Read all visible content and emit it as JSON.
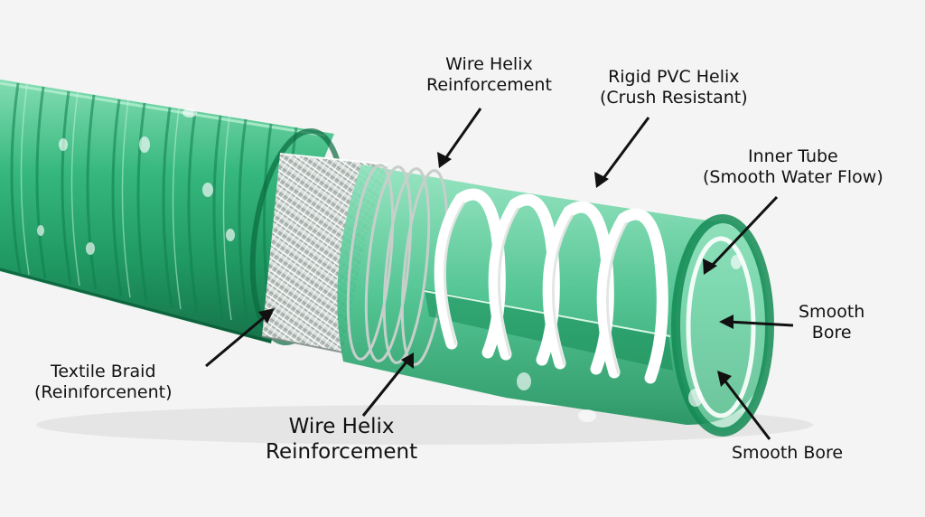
{
  "labels": {
    "wire_helix_top": {
      "line1": "Wire Helix",
      "line2": "Reinforcement"
    },
    "rigid_pvc_helix": {
      "line1": "Rigid PVC Helix",
      "line2": "(Crush Resistant)"
    },
    "inner_tube": {
      "line1": "Inner Tube",
      "line2": "(Smooth Water Flow)"
    },
    "smooth_bore_right": {
      "line1": "Smooth",
      "line2": "Bore"
    },
    "smooth_bore_bottom": {
      "line1": "Smooth Bore"
    },
    "textile_braid": {
      "line1": "Textile Braid",
      "line2": "(Reinıforcenent)"
    },
    "wire_helix_bottom": {
      "line1": "Wire Helix",
      "line2": "Reinforcement"
    }
  },
  "colors": {
    "hose_green": "#1fa86b",
    "hose_green_dark": "#0d7a4a",
    "hose_green_light": "#6fd3a3",
    "braid": "#dfe4e1",
    "pvc_helix": "#ffffff",
    "wire": "#c7cfcb",
    "background": "#f3f4f3",
    "text": "#111111"
  }
}
